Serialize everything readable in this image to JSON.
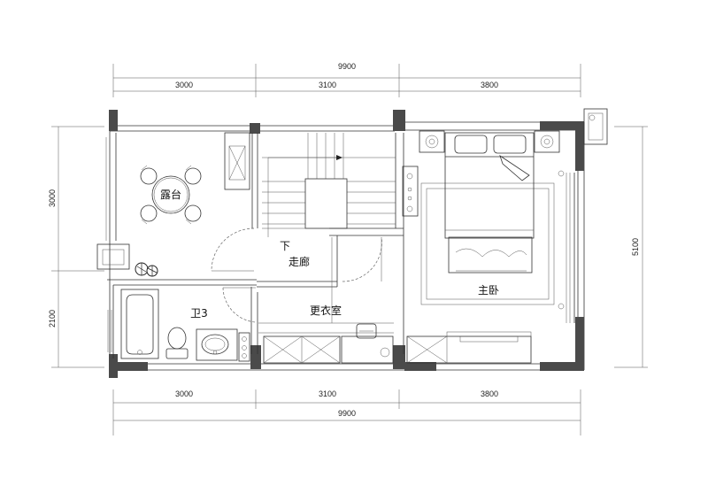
{
  "dimensions": {
    "top_total": "9900",
    "top_segments": [
      "3000",
      "3100",
      "3800"
    ],
    "bottom_total": "9900",
    "bottom_segments": [
      "3000",
      "3100",
      "3800"
    ],
    "left_upper": "3000",
    "left_lower": "2100",
    "right_total": "5100"
  },
  "rooms": {
    "terrace": "露台",
    "stairs_down": "下",
    "corridor": "走廊",
    "bath3": "卫3",
    "dressing": "更衣室",
    "master_bedroom": "主卧"
  }
}
